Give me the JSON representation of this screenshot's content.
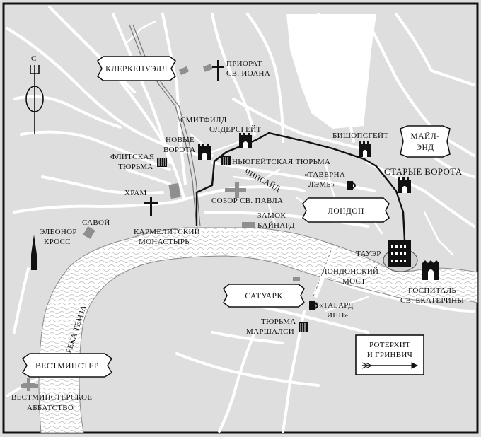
{
  "compass": {
    "north_label": "С"
  },
  "districts": {
    "clerkenwell": "КЛЕРКЕНУЭЛЛ",
    "mile_end_1": "МАЙЛ-",
    "mile_end_2": "ЭНД",
    "london": "ЛОНДОН",
    "southwark": "САТУАРК",
    "westminster": "ВЕСТМИНСТЕР"
  },
  "places": {
    "priory_1": "ПРИОРАТ",
    "priory_2": "СВ. ИОАНА",
    "smithfield": "СМИТФИЛД",
    "aldersgate": "ОЛДЕРСГЕЙТ",
    "bishopsgate": "БИШОПСГЕЙТ",
    "newgate_1": "НОВЫЕ",
    "newgate_2": "ВОРОТА",
    "fleet_1": "ФЛИТСКАЯ",
    "fleet_2": "ТЮРЬМА",
    "newgate_prison": "НЬЮГЕЙТСКАЯ ТЮРЬМА",
    "lamb_1": "«ТАВЕРНА",
    "lamb_2": "ЛЭМБ»",
    "old_gate": "СТАРЫЕ ВОРОТА",
    "temple": "ХРАМ",
    "cheapside": "ЧИПСАЙД",
    "st_pauls": "СОБОР СВ. ПАВЛА",
    "savoy": "САВОЙ",
    "carmelite_1": "КАРМЕЛИТСКИЙ",
    "carmelite_2": "МОНАСТЫРЬ",
    "baynard_1": "ЗАМОК",
    "baynard_2": "БАЙНАРД",
    "eleanor_1": "ЭЛЕОНОР",
    "eleanor_2": "КРОСС",
    "tower": "ТАУЭР",
    "bridge_1": "ЛОНДОНСКИЙ",
    "bridge_2": "МОСТ",
    "hospital_1": "ГОСПИТАЛЬ",
    "hospital_2": "СВ. ЕКАТЕРИНЫ",
    "tabard_1": "«ТАБАРД",
    "tabard_2": "ИНН»",
    "marshalsea_1": "ТЮРЬМА",
    "marshalsea_2": "МАРШАЛСИ",
    "thames": "РЕКА ТЕМЗА",
    "abbey_1": "ВЕСТМИНСТЕРСКОЕ",
    "abbey_2": "АББАТСТВО"
  },
  "inset": {
    "line1": "РОТЕРХИТ",
    "line2": "И ГРИНВИЧ"
  },
  "colors": {
    "ink": "#111111",
    "road": "#dcdcdc",
    "building": "#8f8f8f",
    "water": "#ffffff"
  }
}
